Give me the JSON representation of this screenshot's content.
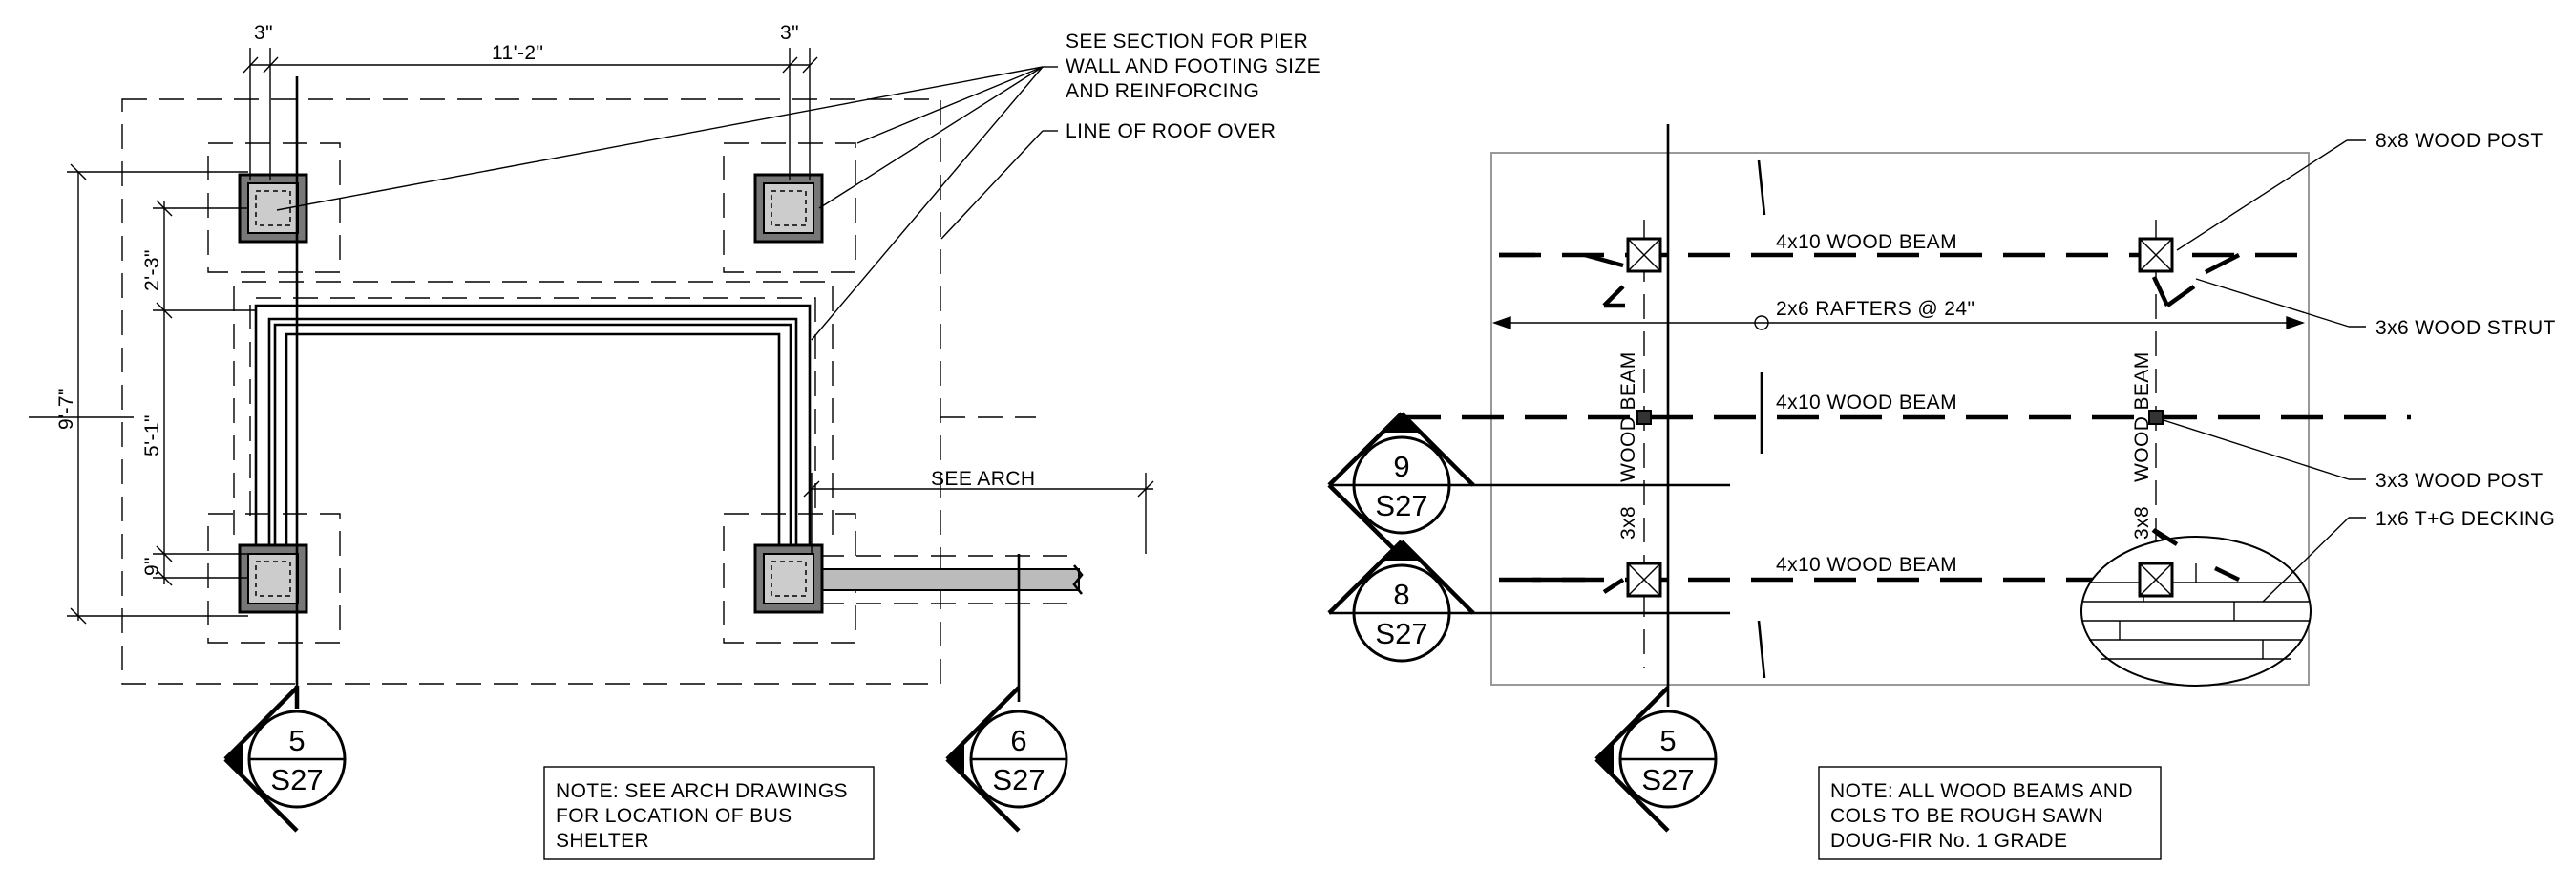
{
  "foundation_plan": {
    "dims": {
      "pier_left": "3\"",
      "span": "11'-2\"",
      "pier_right": "3\"",
      "overall_height": "9'-7\"",
      "upper": "2'-3\"",
      "middle": "5'-1\"",
      "lower": "9\""
    },
    "callouts": {
      "see_section_1": "SEE SECTION FOR PIER",
      "see_section_2": "WALL AND FOOTING SIZE",
      "see_section_3": "AND REINFORCING",
      "line_of_roof": "LINE OF ROOF OVER",
      "see_arch": "SEE ARCH"
    },
    "section_marks": [
      {
        "number": "5",
        "sheet": "S27"
      },
      {
        "number": "6",
        "sheet": "S27"
      }
    ],
    "note": {
      "line1": "NOTE: SEE ARCH DRAWINGS",
      "line2": "FOR LOCATION OF BUS",
      "line3": "SHELTER"
    }
  },
  "framing_plan": {
    "beam_labels": {
      "top": "4x10 WOOD BEAM",
      "middle": "4x10 WOOD BEAM",
      "bottom": "4x10 WOOD BEAM"
    },
    "rafters": "2x6 RAFTERS @ 24\"",
    "vertical_beam_left": "WOOD BEAM",
    "vertical_beam_right": "WOOD BEAM",
    "post_left": "3x8",
    "post_right": "3x8",
    "callouts": {
      "post_8x8": "8x8 WOOD POST",
      "strut_3x6": "3x6 WOOD STRUT",
      "post_3x3": "3x3 WOOD POST",
      "decking": "1x6 T+G DECKING"
    },
    "section_marks": [
      {
        "number": "9",
        "sheet": "S27"
      },
      {
        "number": "8",
        "sheet": "S27"
      },
      {
        "number": "5",
        "sheet": "S27"
      }
    ],
    "note": {
      "line1": "NOTE: ALL WOOD BEAMS AND",
      "line2": "COLS TO BE ROUGH SAWN",
      "line3": "DOUG-FIR No. 1 GRADE"
    }
  }
}
